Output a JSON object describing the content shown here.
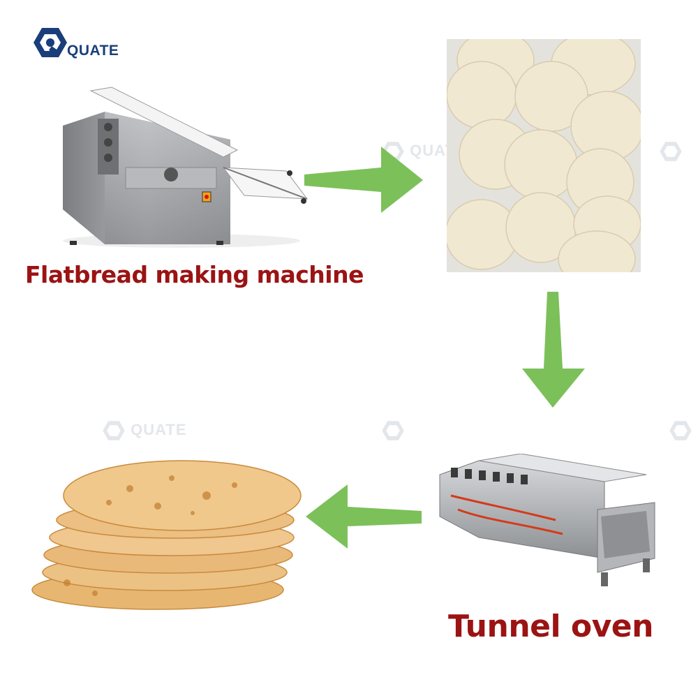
{
  "brand": {
    "logo_text": "QUATE",
    "logo_color": "#1a3e7a",
    "watermark_text": "QUATE"
  },
  "steps": [
    {
      "label": "Flatbread making machine",
      "image": "dough-sheeter-machine"
    },
    {
      "label": "",
      "image": "raw-dough-rounds"
    },
    {
      "label": "Tunnel oven",
      "image": "tunnel-oven"
    },
    {
      "label": "",
      "image": "cooked-flatbread-stack"
    }
  ],
  "colors": {
    "label": "#9b1313",
    "arrow": "#7cc05a"
  },
  "arrows": [
    "right-arrow",
    "down-arrow",
    "left-arrow"
  ]
}
